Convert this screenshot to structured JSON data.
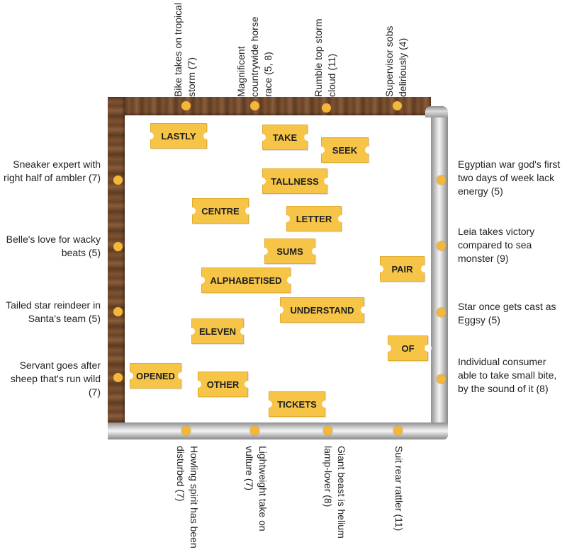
{
  "clues": {
    "top": [
      "Bike takes on tropical storm (7)",
      "Magnificent countrywide horse race (5, 8)",
      "Rumble top storm cloud (11)",
      "Supervisor sobs deliriously (4)"
    ],
    "left": [
      "Sneaker expert with right half of ambler (7)",
      "Belle's love for wacky beats (5)",
      "Tailed star reindeer in Santa's team (5)",
      "Servant goes after sheep that's run wild (7)"
    ],
    "right": [
      "Egyptian war god's first two days of week lack energy (5)",
      "Leia takes victory compared to sea monster (9)",
      "Star once gets cast as Eggsy (5)",
      "Individual consumer able to take small bite, by the sound of it (8)"
    ],
    "bottom": [
      "Howling spirit has been disturbed (7)",
      "Lightweight take on vulture (7)",
      "Giant beast is helium lamp-lover (8)",
      "Suit rear rattler (11)"
    ]
  },
  "tickets": [
    "LASTLY",
    "TAKE",
    "SEEK",
    "TALLNESS",
    "CENTRE",
    "LETTER",
    "SUMS",
    "PAIR",
    "ALPHABETISED",
    "UNDERSTAND",
    "ELEVEN",
    "OF",
    "OPENED",
    "OTHER",
    "TICKETS"
  ],
  "colors": {
    "ticket": "#f6c548",
    "dot": "#f4b73a",
    "wood": "#6a4328",
    "metal": "#c9c9c9"
  }
}
